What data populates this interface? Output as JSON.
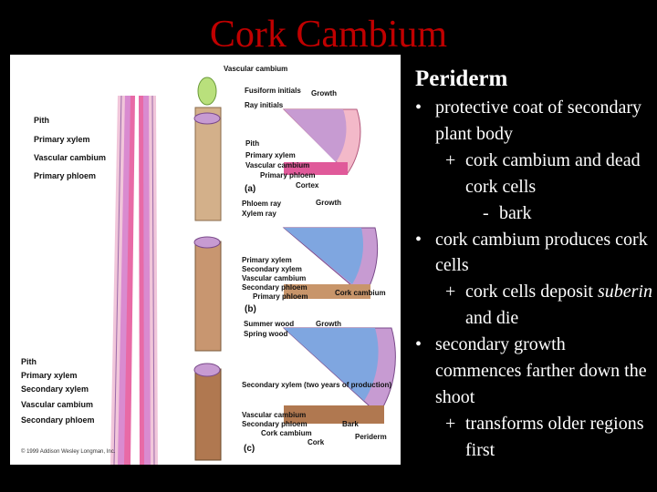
{
  "slide": {
    "title": "Cork Cambium"
  },
  "figure": {
    "copyright": "© 1999 Addison Wesley Longman, Inc.",
    "panel_a": {
      "letter": "(a)",
      "labels": [
        "Vascular cambium",
        "Fusiform initials",
        "Growth",
        "Ray initials",
        "Pith",
        "Primary xylem",
        "Vascular cambium",
        "Primary phloem",
        "Cortex"
      ]
    },
    "panel_b": {
      "letter": "(b)",
      "labels": [
        "Phloem ray",
        "Xylem ray",
        "Growth",
        "Primary xylem",
        "Secondary xylem",
        "Vascular cambium",
        "Secondary phloem",
        "Primary phloem",
        "Cork cambium"
      ]
    },
    "panel_c": {
      "letter": "(c)",
      "labels": [
        "Summer wood",
        "Spring wood",
        "Growth",
        "Secondary xylem (two years of production)",
        "Vascular cambium",
        "Secondary phloem",
        "Cork cambium",
        "Cork",
        "Bark",
        "Periderm"
      ]
    },
    "left_labels_top": [
      "Pith",
      "Primary xylem",
      "Vascular cambium",
      "Primary phloem"
    ],
    "left_labels_bottom": [
      "Pith",
      "Primary xylem",
      "Secondary xylem",
      "Vascular cambium",
      "Secondary phloem"
    ],
    "colors": {
      "phloem": "#e05a9a",
      "xylem": "#b08ad0",
      "cambium": "#ffffff",
      "cork": "#c8956a",
      "shoot": "#b9e07c"
    }
  },
  "panel": {
    "heading": "Periderm",
    "bullet_1": "protective coat of secondary plant body",
    "sub_1": "cork cambium and dead cork cells",
    "sub2_1": "bark",
    "bullet_2": "cork cambium produces cork cells",
    "sub_2_pre": "cork cells deposit ",
    "sub_2_term": "suberin",
    "sub_2_post": " and die",
    "bullet_3": "secondary growth commences farther down the shoot",
    "sub_3": "transforms older regions first",
    "bullet_mark": "•",
    "sub_mark": "+",
    "sub2_mark": "-"
  }
}
